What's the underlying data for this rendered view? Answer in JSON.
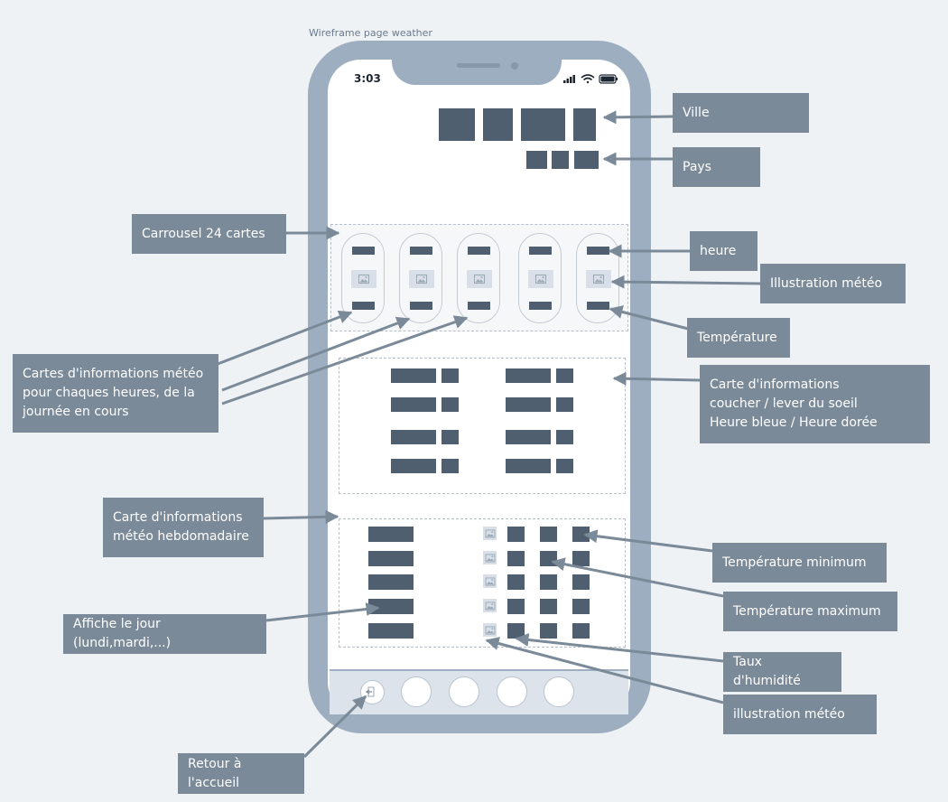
{
  "title": "Wireframe page weather",
  "status_bar": {
    "time": "3:03"
  },
  "labels": {
    "ville": "Ville",
    "pays": "Pays",
    "carrousel": "Carrousel 24 cartes",
    "heure": "heure",
    "illustration_meteo": "Illustration météo",
    "temperature": "Température",
    "cartes_heures": "Cartes d'informations météo\npour chaques heures, de la\njournée en cours",
    "carte_soleil": "Carte d'informations\ncoucher / lever du soeil\nHeure bleue / Heure dorée",
    "carte_hebdo": "Carte d'informations\nmétéo hebdomadaire",
    "temp_min": "Température minimum",
    "temp_max": "Température maximum",
    "affiche_jour": "Affiche le jour (lundi,mardi,...)",
    "humidite": "Taux d'humidité",
    "illustration_meteo_2": "illustration météo",
    "retour": "Retour à l'accueil"
  }
}
